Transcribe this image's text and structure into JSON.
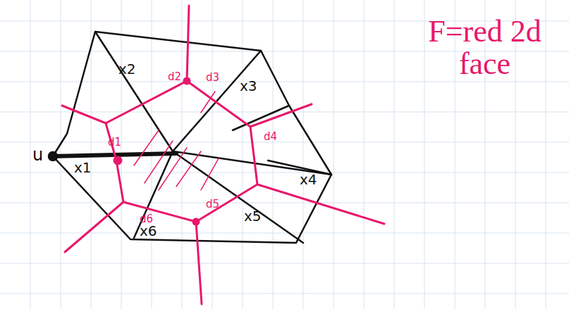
{
  "diagram": {
    "labels": [
      "x2",
      "d2",
      "d3",
      "x3",
      "d1",
      "d4",
      "x4",
      "u",
      "x1",
      "d6",
      "d5",
      "x5",
      "x6",
      "F=red 2d face"
    ]
  }
}
